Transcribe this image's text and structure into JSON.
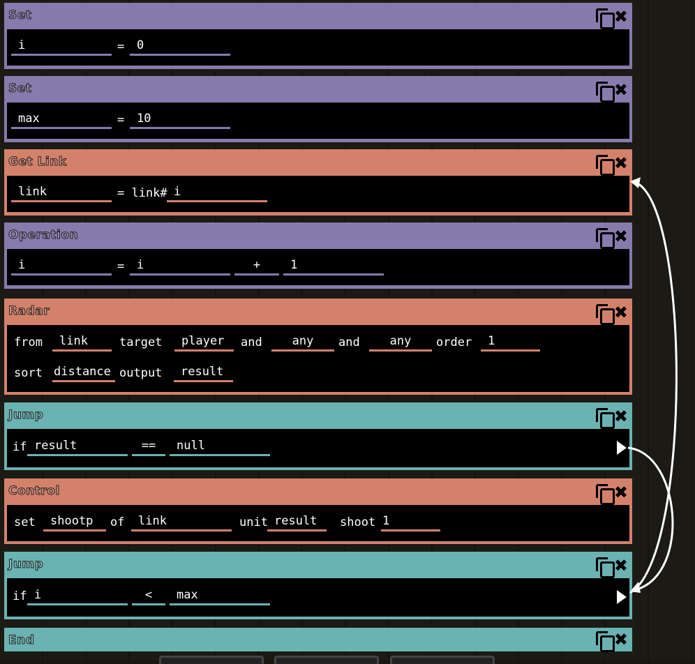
{
  "blocks": [
    {
      "title": "Set",
      "var": "i",
      "eq": "=",
      "value": "0"
    },
    {
      "title": "Set",
      "var": "max",
      "eq": "=",
      "value": "10"
    },
    {
      "title": "Get Link",
      "var": "link",
      "label": "= link#",
      "index": "i"
    },
    {
      "title": "Operation",
      "result": "i",
      "eq": "=",
      "a": "i",
      "op": "+",
      "b": "1"
    },
    {
      "title": "Radar",
      "from_label": "from",
      "from": "link",
      "target_label": "target",
      "t1": "player",
      "and1": "and",
      "t2": "any",
      "and2": "and",
      "t3": "any",
      "order_label": "order",
      "order": "1",
      "sort_label": "sort",
      "sort": "distance",
      "output_label": "output",
      "output": "result"
    },
    {
      "title": "Jump",
      "if_label": "if",
      "a": "result",
      "op": "==",
      "b": "null"
    },
    {
      "title": "Control",
      "set_label": "set",
      "action": "shootp",
      "of_label": "of",
      "target": "link",
      "unit_label": "unit",
      "unit": "result",
      "shoot_label": "shoot",
      "shoot": "1"
    },
    {
      "title": "Jump",
      "if_label": "if",
      "a": "i",
      "op": "<",
      "b": "max"
    },
    {
      "title": "End"
    }
  ],
  "colors": {
    "io": "#877bad",
    "block": "#d4816b",
    "flow": "#6bb2b2"
  },
  "icons": {
    "copy": "copy-icon",
    "delete": "close-icon"
  }
}
